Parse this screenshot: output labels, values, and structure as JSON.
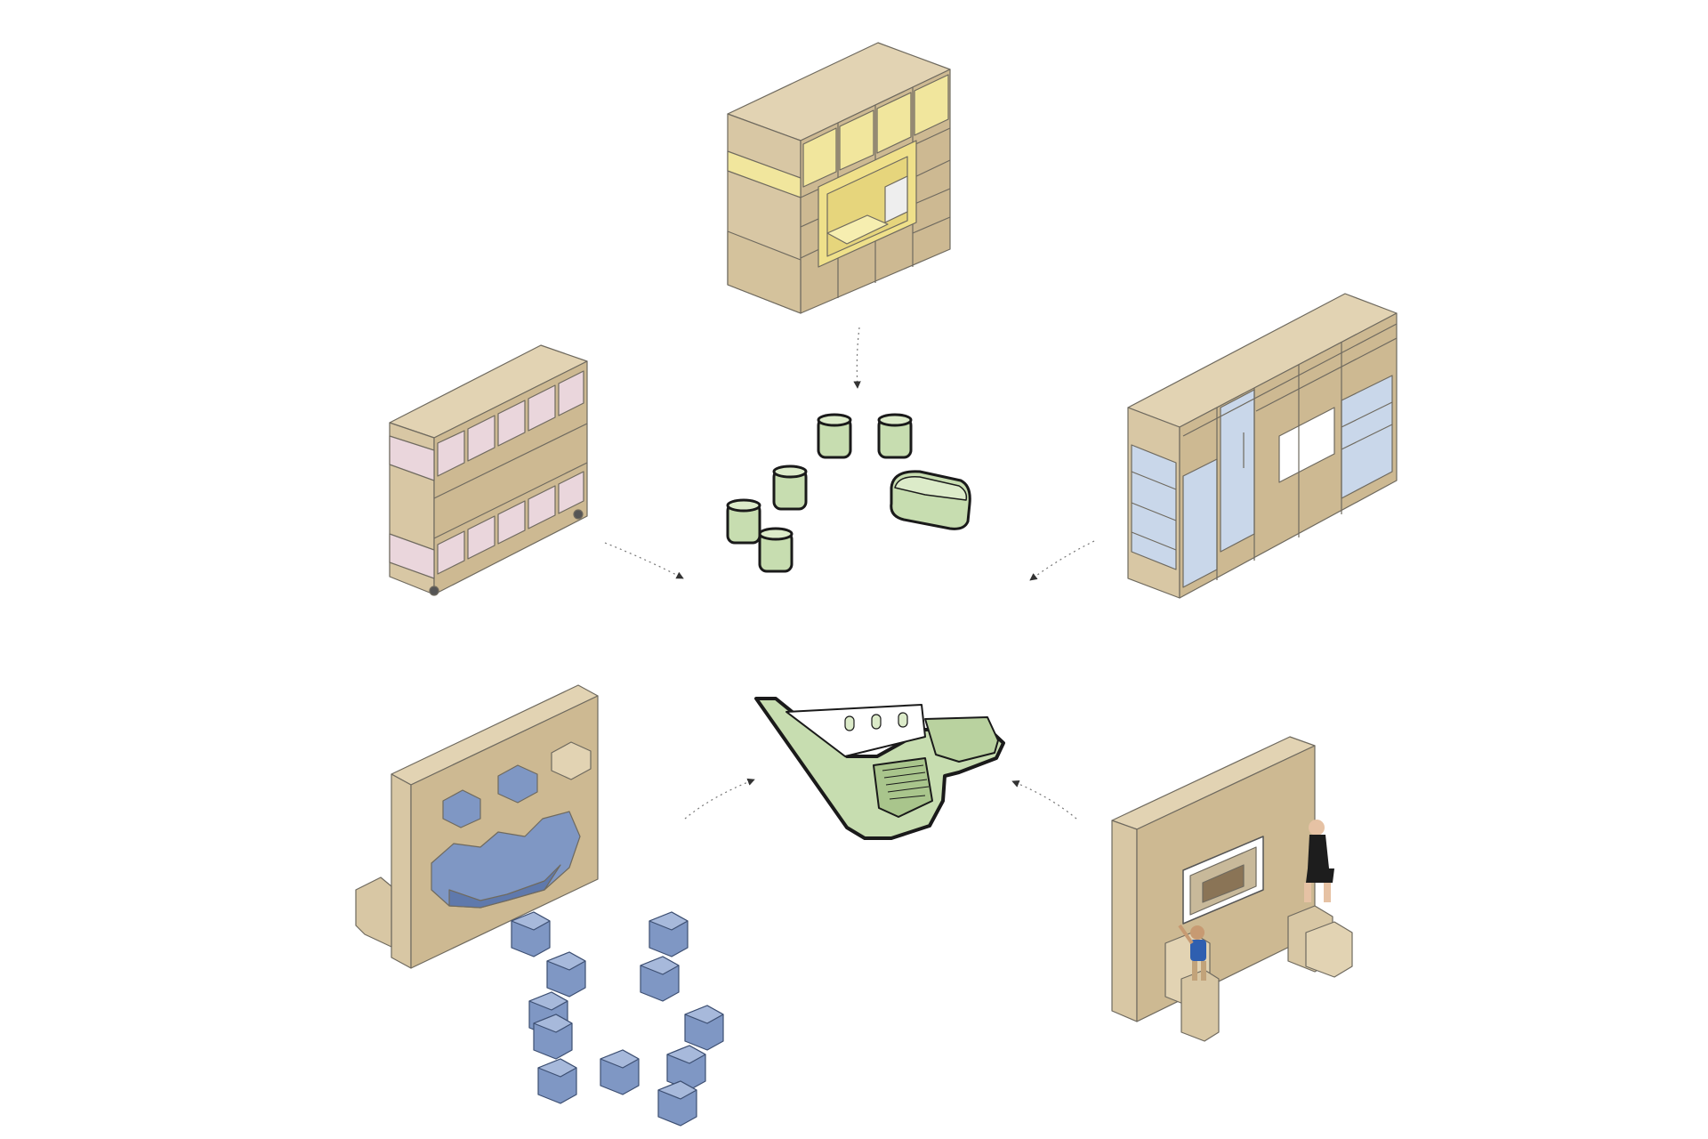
{
  "colors": {
    "plywood_top": "#e2d3b3",
    "plywood_front": "#d8c7a4",
    "plywood_side": "#c9b48c",
    "cabinet_yellow": "#f1e69d",
    "cabinet_pink": "#ead6dc",
    "cabinet_blue": "#c9d7ea",
    "green_fill": "#c7ddb0",
    "green_dark": "#a9c58c",
    "blue_hex": "#7f97c4",
    "blue_hex_dark": "#5f79ac",
    "outline": "#6f6a5f",
    "arrow": "#333333",
    "background": "#ffffff"
  },
  "modules": [
    {
      "id": "workspace-cabinet",
      "finish": "yellow"
    },
    {
      "id": "mobile-shelf",
      "finish": "pink"
    },
    {
      "id": "kitchen-storage-wall",
      "finish": "blue"
    },
    {
      "id": "climbing-wall",
      "finish": "blue"
    },
    {
      "id": "display-wall",
      "finish": "plywood"
    }
  ],
  "center": {
    "id": "floor-plan",
    "finish": "green"
  }
}
